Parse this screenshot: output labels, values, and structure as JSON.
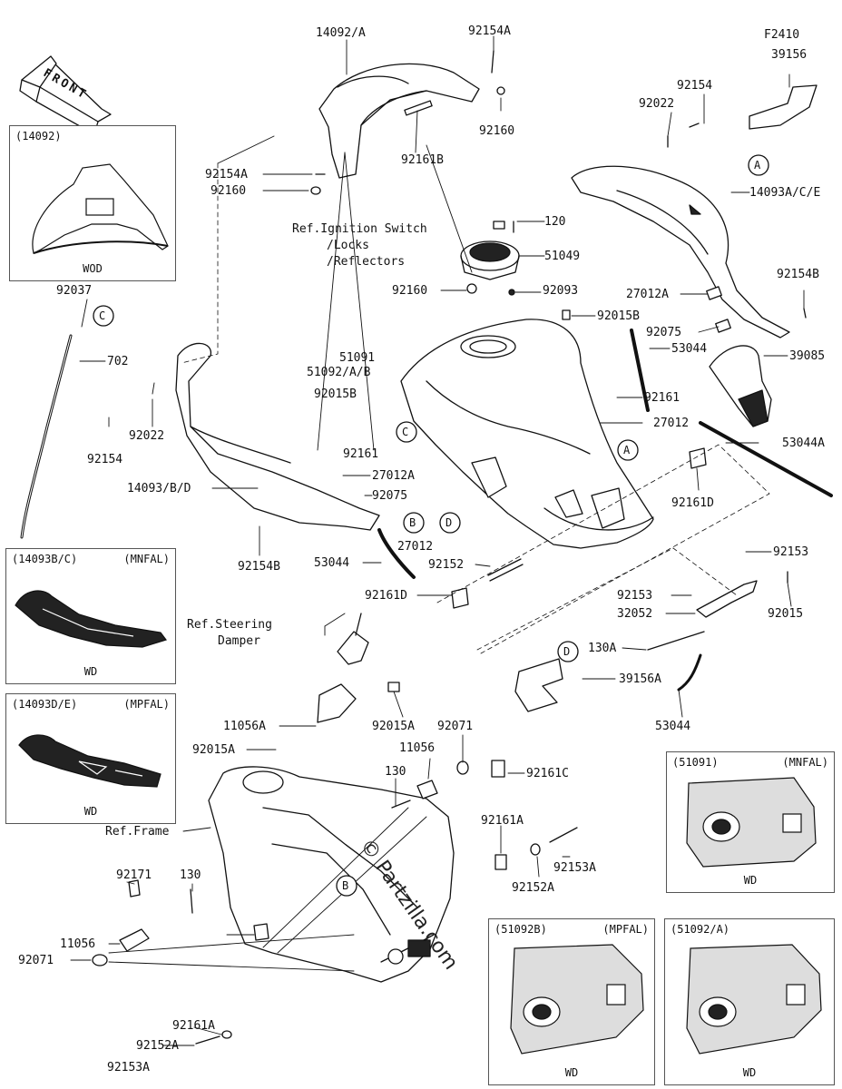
{
  "front_label": "FRONT",
  "figure_code": "F2410",
  "watermark": "© Partzilla.com",
  "refs": {
    "ignition": [
      "Ref.Ignition Switch",
      "/Locks",
      "/Reflectors"
    ],
    "steering": [
      "Ref.Steering",
      "Damper"
    ],
    "frame": "Ref.Frame"
  },
  "callout_letters": [
    "A",
    "B",
    "C",
    "D"
  ],
  "part_labels": {
    "p14092A": "14092/A",
    "p92154A_top": "92154A",
    "p92160_top": "92160",
    "p92161B": "92161B",
    "p92154A_left": "92154A",
    "p92160_left": "92160",
    "p39156": "39156",
    "p92154_top": "92154",
    "p92022_top": "92022",
    "p14093ACE": "14093A/C/E",
    "p120": "120",
    "p51049": "51049",
    "p92160_mid": "92160",
    "p92093": "92093",
    "p92154B_right": "92154B",
    "p27012A_right": "27012A",
    "p92015B_top": "92015B",
    "p92075_right": "92075",
    "p53044_mid": "53044",
    "p39085": "39085",
    "p92037": "92037",
    "p702": "702",
    "p51091": "51091",
    "p51092AB": "51092/A/B",
    "p92015B_left": "92015B",
    "p92022_left": "92022",
    "p92154_left": "92154",
    "p92161_right": "92161",
    "p27012_right": "27012",
    "p92161_mid": "92161",
    "p53044A": "53044A",
    "p27012A_left": "27012A",
    "p14093BD": "14093/B/D",
    "p92075_left": "92075",
    "p92161D_right": "92161D",
    "p27012_low": "27012",
    "p92154B_left": "92154B",
    "p53044_left": "53044",
    "p92152": "92152",
    "p92153_right": "92153",
    "p92161D_left": "92161D",
    "p92153_mid": "92153",
    "p92015_right": "92015",
    "p32052": "32052",
    "p130A": "130A",
    "p39156A": "39156A",
    "p53044_low": "53044",
    "p11056A": "11056A",
    "p92015A_right": "92015A",
    "p92071_top": "92071",
    "p92015A_left": "92015A",
    "p11056_top": "11056",
    "p130_top": "130",
    "p92161C": "92161C",
    "p92161A_right": "92161A",
    "p92153A_right": "92153A",
    "p92152A_right": "92152A",
    "p92171": "92171",
    "p130_left": "130",
    "p11056_left": "11056",
    "p92071_left": "92071",
    "p92161A_left": "92161A",
    "p92152A_left": "92152A",
    "p92153A_left": "92153A"
  },
  "inset_boxes": [
    {
      "id": "b14092",
      "title": "(14092)",
      "variant": "",
      "footer": "WOD"
    },
    {
      "id": "b14093BC",
      "title": "(14093B/C)",
      "variant": "(MNFAL)",
      "footer": "WD"
    },
    {
      "id": "b14093DE",
      "title": "(14093D/E)",
      "variant": "(MPFAL)",
      "footer": "WD"
    },
    {
      "id": "b51091",
      "title": "(51091)",
      "variant": "(MNFAL)",
      "footer": "WD"
    },
    {
      "id": "b51092B",
      "title": "(51092B)",
      "variant": "(MPFAL)",
      "footer": "WD"
    },
    {
      "id": "b51092A",
      "title": "(51092/A)",
      "variant": "",
      "footer": "WD"
    }
  ],
  "colors": {
    "ink": "#111111",
    "part_fill": "#ffffff",
    "dark_fill": "#222222",
    "box_border": "#555555"
  }
}
